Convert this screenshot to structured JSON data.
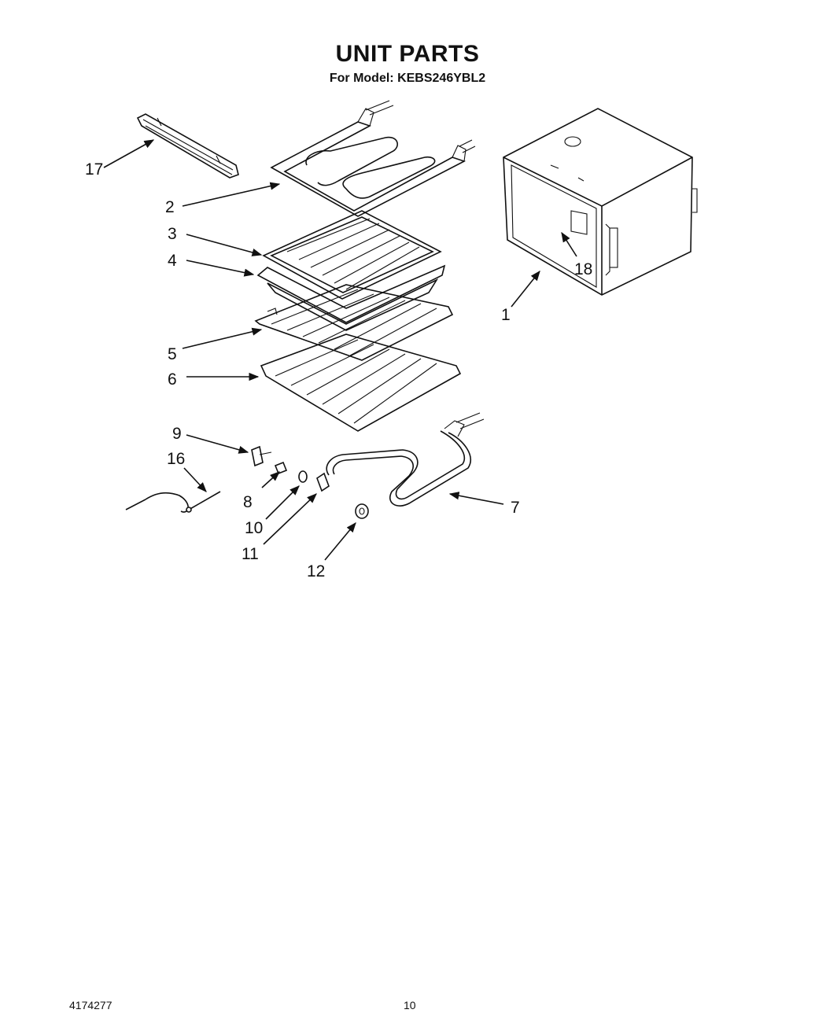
{
  "header": {
    "title": "UNIT PARTS",
    "subtitle": "For Model: KEBS246YBL2"
  },
  "callouts": {
    "c1": "1",
    "c2": "2",
    "c3": "3",
    "c4": "4",
    "c5": "5",
    "c6": "6",
    "c7": "7",
    "c8": "8",
    "c9": "9",
    "c10": "10",
    "c11": "11",
    "c12": "12",
    "c16": "16",
    "c17": "17",
    "c18": "18"
  },
  "footer": {
    "doc_number": "4174277",
    "page_number": "10"
  }
}
